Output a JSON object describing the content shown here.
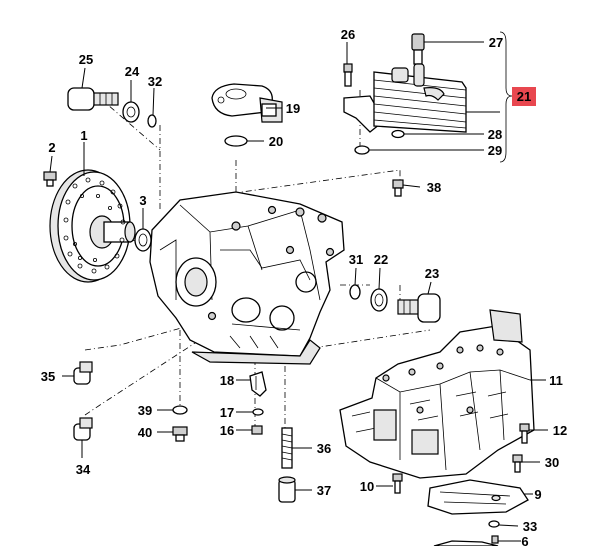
{
  "diagram": {
    "callouts": [
      {
        "id": "1",
        "text": "1"
      },
      {
        "id": "2",
        "text": "2"
      },
      {
        "id": "3",
        "text": "3"
      },
      {
        "id": "6",
        "text": "6"
      },
      {
        "id": "9",
        "text": "9"
      },
      {
        "id": "10",
        "text": "10"
      },
      {
        "id": "11",
        "text": "11"
      },
      {
        "id": "12",
        "text": "12"
      },
      {
        "id": "16",
        "text": "16"
      },
      {
        "id": "17",
        "text": "17"
      },
      {
        "id": "18",
        "text": "18"
      },
      {
        "id": "19",
        "text": "19"
      },
      {
        "id": "20",
        "text": "20"
      },
      {
        "id": "21",
        "text": "21"
      },
      {
        "id": "22",
        "text": "22"
      },
      {
        "id": "23",
        "text": "23"
      },
      {
        "id": "24",
        "text": "24"
      },
      {
        "id": "25",
        "text": "25"
      },
      {
        "id": "26",
        "text": "26"
      },
      {
        "id": "27",
        "text": "27"
      },
      {
        "id": "28",
        "text": "28"
      },
      {
        "id": "29",
        "text": "29"
      },
      {
        "id": "30",
        "text": "30"
      },
      {
        "id": "31",
        "text": "31"
      },
      {
        "id": "32",
        "text": "32"
      },
      {
        "id": "33",
        "text": "33"
      },
      {
        "id": "34",
        "text": "34"
      },
      {
        "id": "35",
        "text": "35"
      },
      {
        "id": "36",
        "text": "36"
      },
      {
        "id": "37",
        "text": "37"
      },
      {
        "id": "38",
        "text": "38"
      },
      {
        "id": "39",
        "text": "39"
      },
      {
        "id": "40",
        "text": "40"
      }
    ],
    "highlight_color": "#e8474f"
  }
}
